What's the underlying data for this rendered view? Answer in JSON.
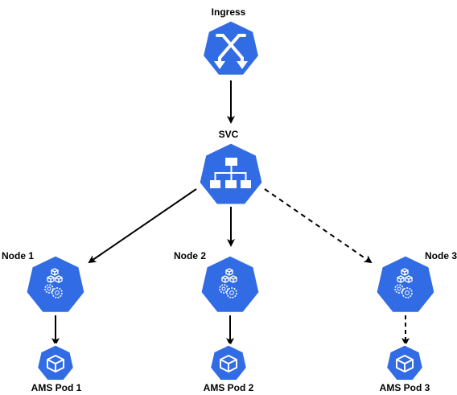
{
  "colors": {
    "icon_fill": "#326ce5",
    "icon_border": "#ffffff",
    "glyph": "#ffffff",
    "edge": "#000000"
  },
  "nodes": {
    "ingress": {
      "label": "Ingress",
      "icon": "ingress-icon"
    },
    "svc": {
      "label": "SVC",
      "icon": "service-icon"
    },
    "node1": {
      "label": "Node 1",
      "icon": "node-icon"
    },
    "node2": {
      "label": "Node 2",
      "icon": "node-icon"
    },
    "node3": {
      "label": "Node 3",
      "icon": "node-icon"
    },
    "pod1": {
      "label": "AMS Pod 1",
      "icon": "pod-icon"
    },
    "pod2": {
      "label": "AMS Pod 2",
      "icon": "pod-icon"
    },
    "pod3": {
      "label": "AMS Pod 3",
      "icon": "pod-icon"
    }
  },
  "edges": [
    {
      "from": "ingress",
      "to": "svc",
      "style": "solid"
    },
    {
      "from": "svc",
      "to": "node1",
      "style": "solid"
    },
    {
      "from": "svc",
      "to": "node2",
      "style": "solid"
    },
    {
      "from": "svc",
      "to": "node3",
      "style": "dashed"
    },
    {
      "from": "node1",
      "to": "pod1",
      "style": "solid"
    },
    {
      "from": "node2",
      "to": "pod2",
      "style": "solid"
    },
    {
      "from": "node3",
      "to": "pod3",
      "style": "dashed"
    }
  ]
}
